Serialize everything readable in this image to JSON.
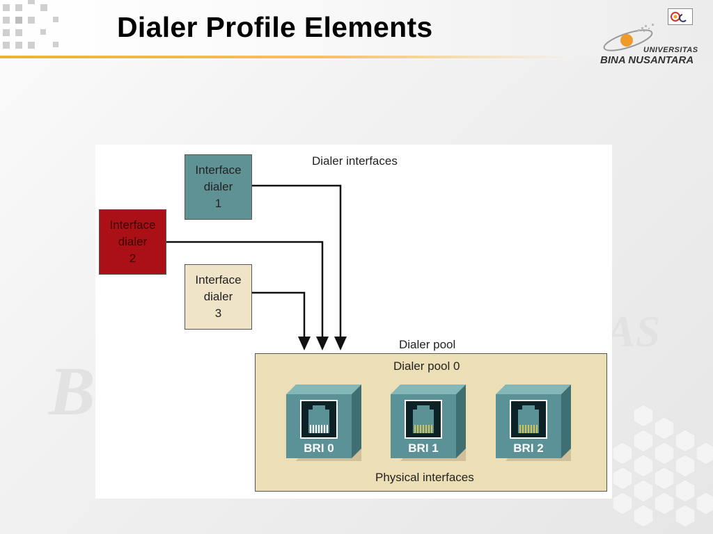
{
  "slide": {
    "title": "Dialer Profile Elements"
  },
  "logo": {
    "line1": "UNIVERSITAS",
    "line2": "BINA NUSANTARA"
  },
  "watermark": {
    "text": "BINUS",
    "text2": "AS"
  },
  "diagram": {
    "dialer_interfaces_label": "Dialer interfaces",
    "interfaces": [
      {
        "line1": "Interface",
        "line2": "dialer",
        "line3": "1",
        "color": "#5f9294"
      },
      {
        "line1": "Interface",
        "line2": "dialer",
        "line3": "2",
        "color": "#aa1015"
      },
      {
        "line1": "Interface",
        "line2": "dialer",
        "line3": "3",
        "color": "#efe4c8"
      }
    ],
    "dialer_pool_label": "Dialer pool",
    "pool_name": "Dialer pool 0",
    "ports": [
      {
        "label": "BRI 0"
      },
      {
        "label": "BRI 1"
      },
      {
        "label": "BRI 2"
      }
    ],
    "physical_label": "Physical interfaces"
  },
  "colors": {
    "accent_orange": "#f0b230",
    "port_teal": "#5b9297",
    "pool_fill": "#ecdfb5"
  }
}
